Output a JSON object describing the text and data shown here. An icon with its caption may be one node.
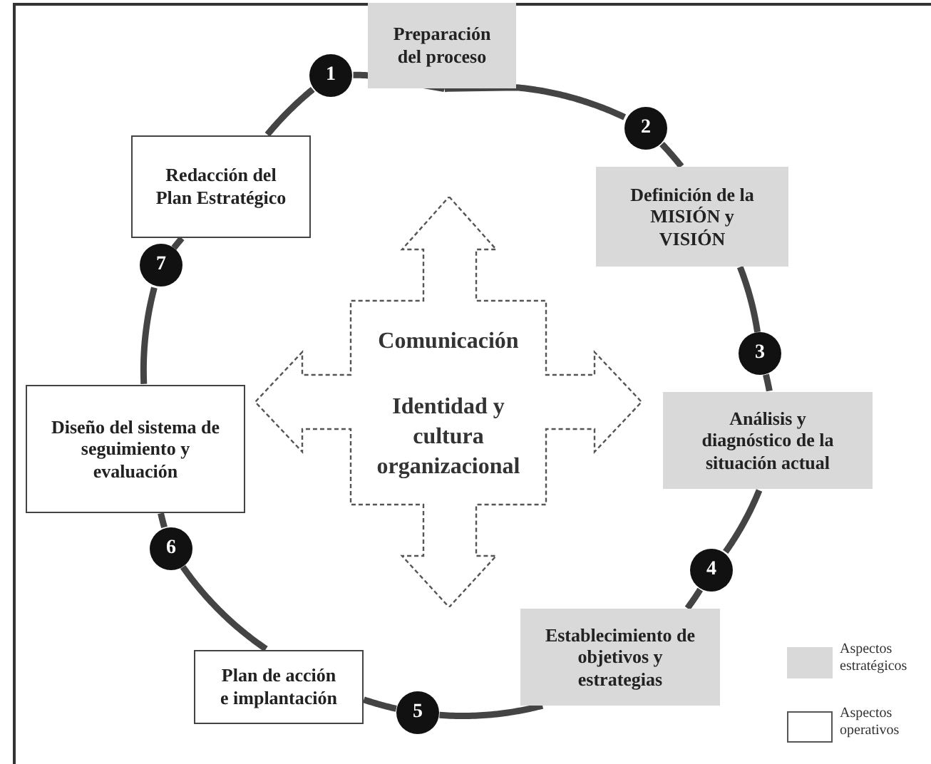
{
  "diagram": {
    "nodes": [
      {
        "text": [
          "1"
        ]
      },
      {
        "text": [
          "Preparación del proceso"
        ]
      },
      {
        "text": [
          "2"
        ]
      },
      {
        "text": [
          "Definición de la MISIÓN y VISIÓN"
        ]
      },
      {
        "text": [
          "3"
        ]
      },
      {
        "text": [
          "Análisis y diagnóstico de la situación actual"
        ]
      },
      {
        "text": [
          "4"
        ]
      },
      {
        "text": [
          "Establecimiento de objetivos y estrategias"
        ]
      },
      {
        "text": [
          "5"
        ]
      },
      {
        "text": [
          "Plan de acción e implantación"
        ]
      },
      {
        "text": [
          "6"
        ]
      },
      {
        "text": [
          "Diseño del sistema de seguimiento y evaluación"
        ]
      },
      {
        "text": [
          "7"
        ]
      },
      {
        "text": [
          "Redacción del Plan Estratégico"
        ]
      },
      {
        "text": [
          "Comunicación",
          "Identidad y cultura organizacional"
        ]
      }
    ],
    "edges": [
      {
        "from": 0,
        "to": 1,
        "arrow": "none"
      },
      {
        "from": 1,
        "to": 2,
        "arrow": "none"
      },
      {
        "from": 2,
        "to": 3,
        "arrow": "none"
      },
      {
        "from": 3,
        "to": 4,
        "arrow": "none"
      },
      {
        "from": 4,
        "to": 5,
        "arrow": "none"
      },
      {
        "from": 5,
        "to": 6,
        "arrow": "none"
      },
      {
        "from": 6,
        "to": 7,
        "arrow": "none"
      },
      {
        "from": 7,
        "to": 8,
        "arrow": "none"
      },
      {
        "from": 8,
        "to": 9,
        "arrow": "none"
      },
      {
        "from": 9,
        "to": 10,
        "arrow": "none"
      },
      {
        "from": 10,
        "to": 11,
        "arrow": "none"
      },
      {
        "from": 11,
        "to": 12,
        "arrow": "none"
      },
      {
        "from": 12,
        "to": 13,
        "arrow": "none"
      },
      {
        "from": 13,
        "to": 0,
        "arrow": "none"
      }
    ],
    "legend": [
      {
        "text": "Aspectos estratégicos",
        "color": "#d9d9d9"
      },
      {
        "text": "Aspectos operativos",
        "color": "#ffffff"
      }
    ]
  }
}
